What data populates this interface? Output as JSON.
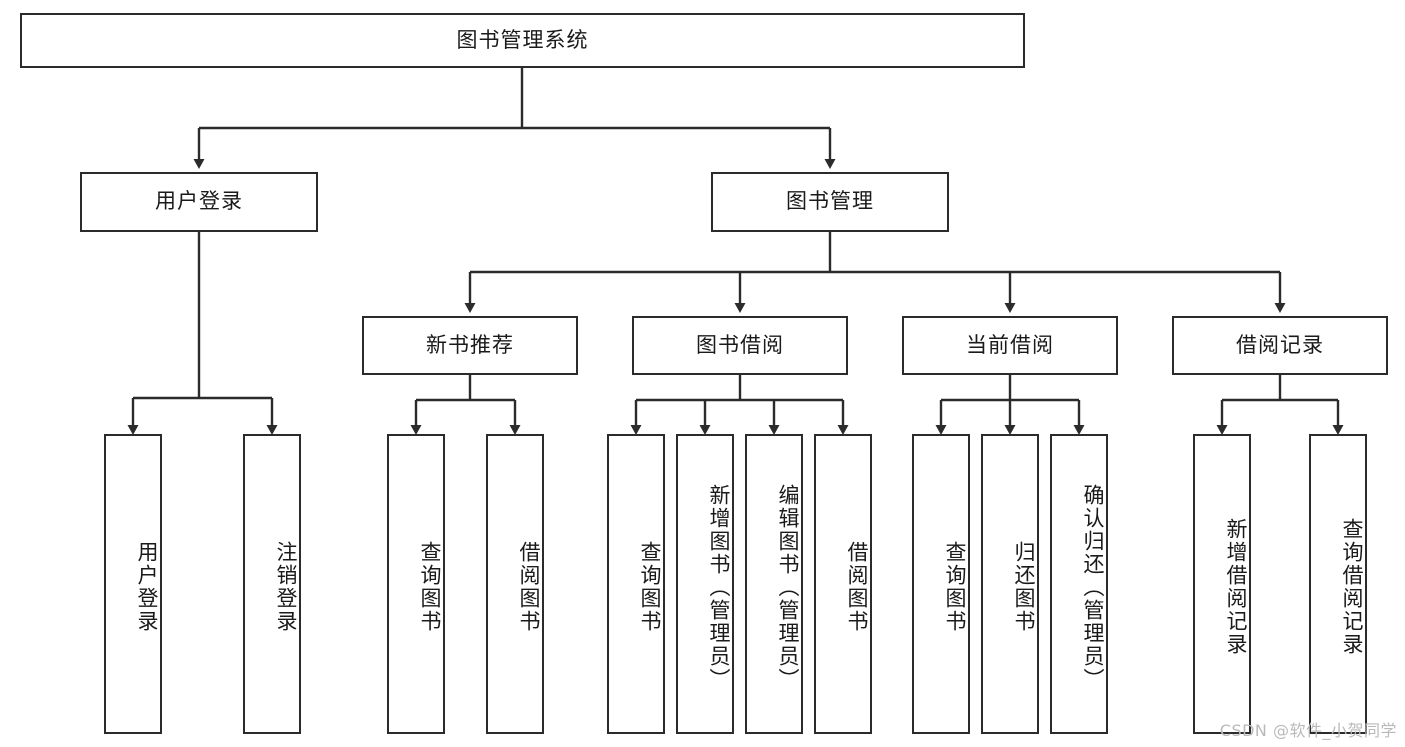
{
  "diagram": {
    "title": "图书管理系统",
    "type": "tree-hierarchy-chart",
    "watermark": "CSDN @软件_小贺同学",
    "colors": {
      "stroke": "#2b2b2b",
      "fill": "#ffffff",
      "text": "#1a1a1a",
      "watermark": "#b9b9b9"
    },
    "root": {
      "label": "图书管理系统"
    },
    "level2": [
      {
        "label": "用户登录"
      },
      {
        "label": "图书管理"
      }
    ],
    "level3": [
      {
        "label": "新书推荐"
      },
      {
        "label": "图书借阅"
      },
      {
        "label": "当前借阅"
      },
      {
        "label": "借阅记录"
      }
    ],
    "leaves": {
      "user_login": [
        {
          "label": "用户登录"
        },
        {
          "label": "注销登录"
        }
      ],
      "new_book": [
        {
          "label": "查询图书"
        },
        {
          "label": "借阅图书"
        }
      ],
      "book_borrow": [
        {
          "label": "查询图书"
        },
        {
          "label": "新增图书（管理员）"
        },
        {
          "label": "编辑图书（管理员）"
        },
        {
          "label": "借阅图书"
        }
      ],
      "current_borrow": [
        {
          "label": "查询图书"
        },
        {
          "label": "归还图书"
        },
        {
          "label": "确认归还（管理员）"
        }
      ],
      "borrow_record": [
        {
          "label": "新增借阅记录"
        },
        {
          "label": "查询借阅记录"
        }
      ]
    }
  }
}
